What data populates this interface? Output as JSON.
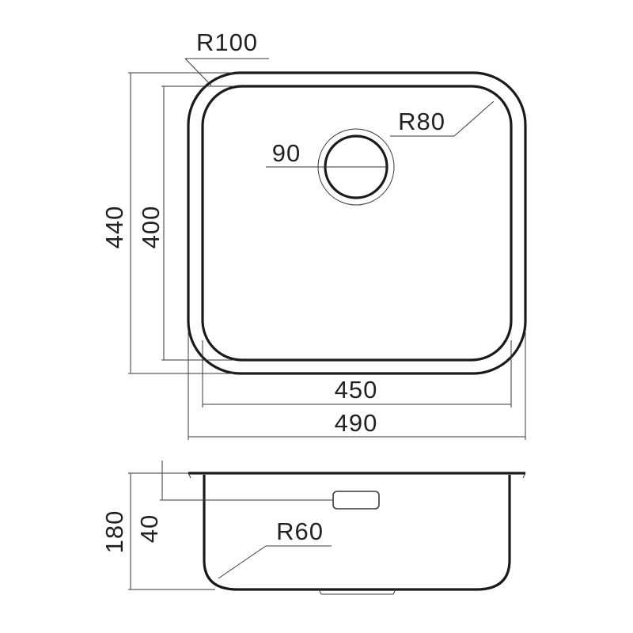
{
  "top_view": {
    "radius_outer": "R100",
    "radius_inner": "R80",
    "drain_diameter": "90",
    "height_outer": "440",
    "height_inner": "400",
    "width_inner": "450",
    "width_outer": "490"
  },
  "side_view": {
    "depth_total": "180",
    "overflow_offset": "40",
    "bottom_radius": "R60"
  },
  "colors": {
    "line": "#1a1a1a",
    "background": "#ffffff"
  }
}
